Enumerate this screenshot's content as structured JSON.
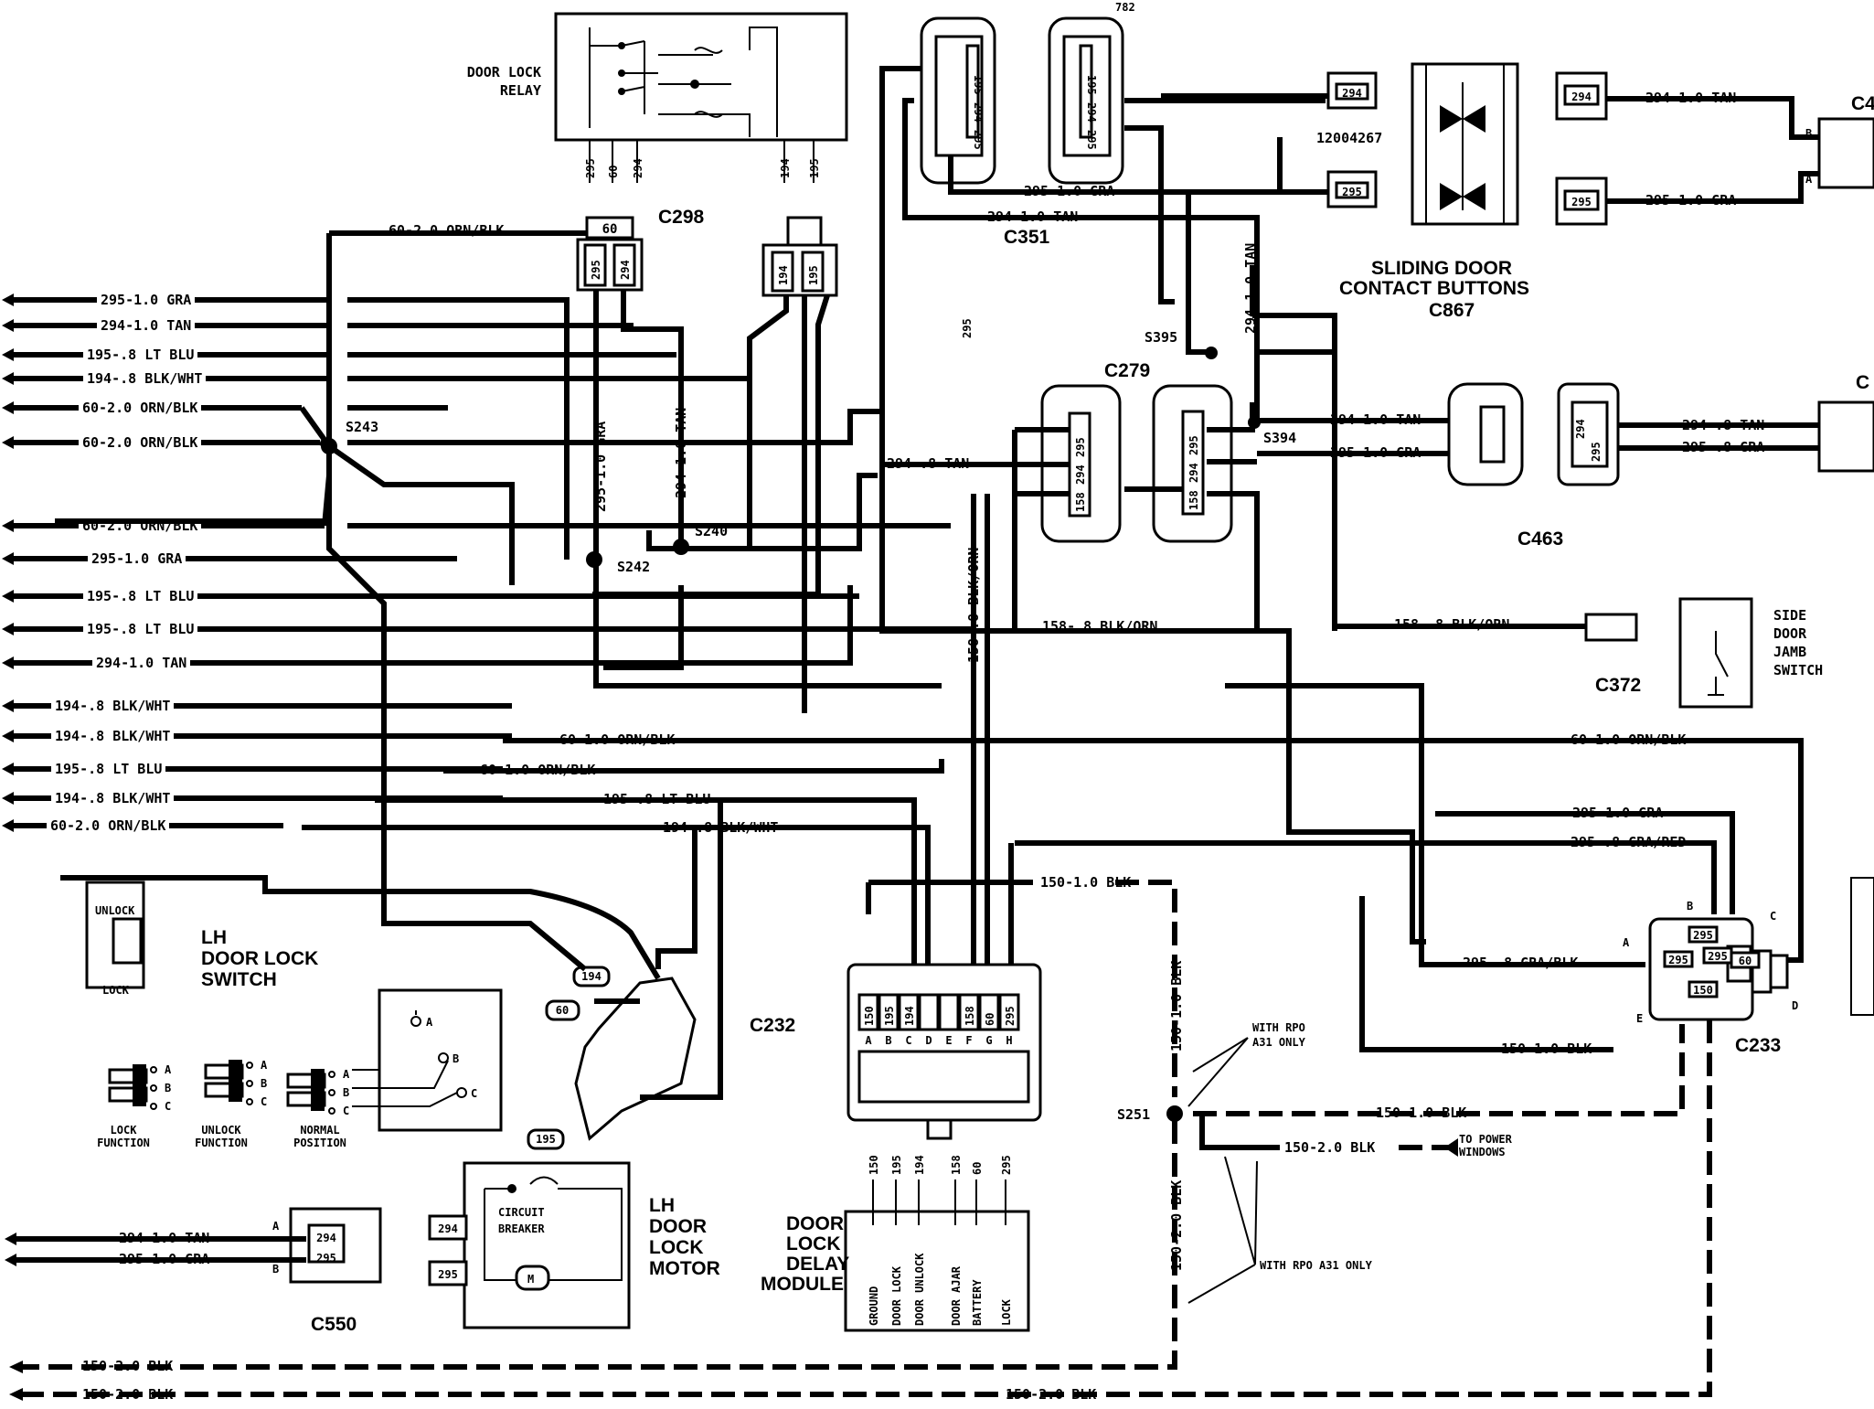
{
  "components": {
    "door_lock_relay": [
      "DOOR LOCK",
      "RELAY"
    ],
    "lh_door_lock_switch": [
      "LH",
      "DOOR LOCK",
      "SWITCH"
    ],
    "lh_door_lock_motor": [
      "LH",
      "DOOR",
      "LOCK",
      "MOTOR"
    ],
    "door_lock_delay_module": [
      "DOOR",
      "LOCK",
      "DELAY",
      "MODULE"
    ],
    "sliding_door_contact_buttons": [
      "SLIDING DOOR",
      "CONTACT BUTTONS",
      "C867"
    ],
    "side_door_jamb_switch": [
      "SIDE",
      "DOOR",
      "JAMB",
      "SWITCH"
    ],
    "circuit_breaker": [
      "CIRCUIT",
      "BREAKER"
    ],
    "switch_unlock": "UNLOCK",
    "switch_lock": "LOCK",
    "to_power_windows": [
      "TO POWER",
      "WINDOWS"
    ],
    "rpo_note_1": [
      "WITH RPO",
      "A31 ONLY"
    ],
    "rpo_note_2": "WITH RPO A31 ONLY",
    "part_number": "12004267",
    "top_number": "782"
  },
  "function_labels": {
    "lock": [
      "LOCK",
      "FUNCTION"
    ],
    "unlock": [
      "UNLOCK",
      "FUNCTION"
    ],
    "normal": [
      "NORMAL",
      "POSITION"
    ]
  },
  "connectors": {
    "c298": "C298",
    "c351": "C351",
    "c279": "C279",
    "c463": "C463",
    "c372": "C372",
    "c232": "C232",
    "c233": "C233",
    "c550": "C550",
    "c4_partial": "C4",
    "c_partial": "C"
  },
  "splices": {
    "s243": "S243",
    "s242": "S242",
    "s240": "S240",
    "s395": "S395",
    "s394": "S394",
    "s251": "S251"
  },
  "relay_pins": [
    "295",
    "60",
    "294",
    "194",
    "195"
  ],
  "delay_pins": [
    "150",
    "195",
    "194",
    "158",
    "60",
    "295"
  ],
  "delay_funcs": [
    "GROUND",
    "DOOR LOCK",
    "DOOR UNLOCK",
    "DOOR AJAR",
    "BATTERY",
    "LOCK"
  ],
  "c232_cells": [
    "150",
    "195",
    "194",
    "158",
    "60",
    "295"
  ],
  "c232_letters": [
    "A",
    "B",
    "C",
    "D",
    "E",
    "F",
    "G",
    "H"
  ],
  "left_wires": [
    "295-1.0 GRA",
    "294-1.0 TAN",
    "195-.8 LT BLU",
    "194-.8 BLK/WHT",
    "60-2.0 ORN/BLK",
    "60-2.0 ORN/BLK",
    "60-2.0 ORN/BLK",
    "295-1.0 GRA",
    "195-.8 LT BLU",
    "195-.8 LT BLU",
    "294-1.0 TAN",
    "194-.8 BLK/WHT",
    "194-.8 BLK/WHT",
    "195-.8 LT BLU",
    "194-.8 BLK/WHT",
    "60-2.0 ORN/BLK"
  ],
  "wires": {
    "w60_top": "60-2.0 ORN/BLK",
    "w295_c351": "295-1.0 GRA",
    "w294_c351": "294-1.0 TAN",
    "w294_tan_vert": "294-1.0 TAN",
    "w294_8_tan": "294-.8 TAN",
    "w295_vert": "295",
    "w158_orn": "158-.8 BLK/ORN",
    "w158_vert": "158-.8 BLK/ORN",
    "w158_c372": "158-.8 BLK/ORN",
    "w294_right": "294-1.0 TAN",
    "w295_right": "295-1.0 GRA",
    "w294_c4": "294-1.0 TAN",
    "w295_c4": "295-1.0 GRA",
    "w294_8_c": "294-.8 TAN",
    "w295_8_c": "295-.8 GRA",
    "w60_1_mid": "60-1.0 ORN/BLK",
    "w60_1_left": "60-1.0 ORN/BLK",
    "w60_1_right": "60-1.0 ORN/BLK",
    "w195_mid": "195-.8 LT BLU",
    "w194_mid": "194-.8 BLK/WHT",
    "w295_gra_c233": "295-1.0 GRA",
    "w295_gra_red": "295-.8 GRA/RED",
    "w150_blk_top": "150-1.0 BLK",
    "w150_vert_top": "150-1.0 BLK",
    "w150_vert_bot": "150-2.0 BLK",
    "w295_gra_blk": "295-.8 GRA/BLK",
    "w150_c233": "150-1.0 BLK",
    "w150_s251": "150-1.0 BLK",
    "w150_pw": "150-2.0 BLK",
    "w150_bot1": "150-2.0 BLK",
    "w150_bot2": "150-2.0 BLK",
    "w150_bot2_r": "150-2.0 BLK",
    "w294_c550": "294-1.0 TAN",
    "w295_c550": "295-1.0 GRA",
    "w295_relay": "295-1.0 GRA",
    "w294_relay": "294-1.0 TAN"
  },
  "pins": {
    "c298_60": "60",
    "c298_295": "295",
    "c298_294": "294",
    "c_194": "194",
    "c_195": "195",
    "c351_a": [
      "195",
      "294",
      "295"
    ],
    "c351_b": [
      "195",
      "294",
      "295"
    ],
    "c279_l": [
      "295",
      "294",
      "158"
    ],
    "c279_r": [
      "295",
      "294",
      "158"
    ],
    "sd_294": "294",
    "sd_295": "295",
    "sd_r294": "294",
    "sd_r295": "295",
    "c463_r": [
      "294",
      "295"
    ],
    "c233": [
      "295",
      "295",
      "295",
      "60",
      "150"
    ],
    "c550": [
      "294",
      "295"
    ],
    "motor": [
      "294",
      "295"
    ],
    "sw_pins": [
      "194",
      "60",
      "195"
    ]
  },
  "letters": [
    "A",
    "B",
    "C",
    "D",
    "E"
  ]
}
